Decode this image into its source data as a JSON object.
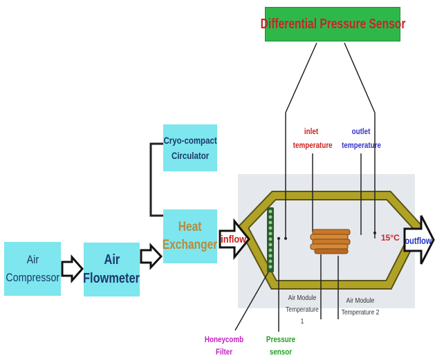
{
  "title_box": {
    "text": "Differential Pressure Sensor"
  },
  "boxes": {
    "circulator_line1": "Cryo-compact",
    "circulator_line2": "Circulator",
    "heat_exchanger_line1": "Heat",
    "heat_exchanger_line2": "Exchanger",
    "air_compressor_line1": "Air",
    "air_compressor_line2": "Compressor",
    "air_flowmeter_line1": "Air",
    "air_flowmeter_line2": "Flowmeter"
  },
  "flow_labels": {
    "inflow": "inflow",
    "outflow": "outflow"
  },
  "labels": {
    "inlet_temperature_line1": "inlet",
    "inlet_temperature_line2": "temperature",
    "outlet_temperature_line1": "outlet",
    "outlet_temperature_line2": "temperature",
    "temp_readout": "15",
    "temp_unit": "°C",
    "air_module_temp1_line1": "Air Module",
    "air_module_temp1_line2": "Temperature 1",
    "air_module_temp2_line1": "Air Module",
    "air_module_temp2_line2": "Temperature 2",
    "honeycomb_line1": "Honeycomb",
    "honeycomb_line2": "Filter",
    "pressure_sensor_line1": "Pressure",
    "pressure_sensor_line2": "sensor"
  },
  "colors": {
    "title_bg": "#2fb84a",
    "title_text": "#c0282a",
    "box_bg": "#7ee6ee",
    "box_text_dark": "#1a3a6a",
    "heat_text": "#b88a3a",
    "inlet_text": "#cc2222",
    "outlet_text": "#3333cc",
    "honeycomb_text": "#c020c0",
    "pressure_text": "#22a022",
    "duct": "#a89a1e",
    "module_bg": "#e5e8ec"
  }
}
